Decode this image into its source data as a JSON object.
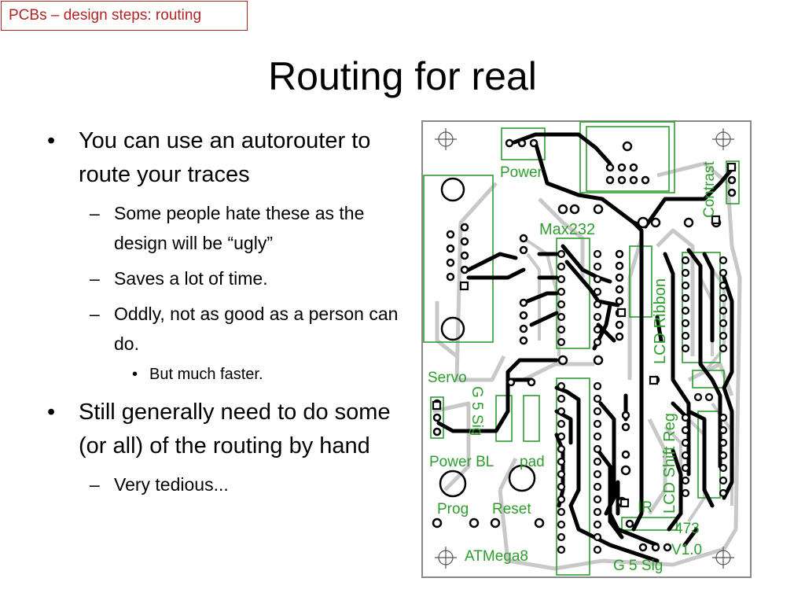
{
  "header": {
    "section_tag": "PCBs – design steps: routing"
  },
  "slide": {
    "title": "Routing for real"
  },
  "bullets": [
    {
      "text": "You can use an autorouter to route your traces",
      "sub": [
        "Some people hate these as the design will be “ugly”",
        "Saves a lot of time.",
        "Oddly, not as good as a person can do."
      ],
      "subsub": [
        "But much faster."
      ]
    },
    {
      "text": "Still generally need to do some (or all) of the routing by hand",
      "sub": [
        "Very tedious..."
      ]
    }
  ],
  "pcb": {
    "labels": {
      "power": "Power",
      "max232": "Max232",
      "contrast": "Contrast",
      "lcd_ribbon": "LCD Ribbon",
      "servo": "Servo",
      "g5sig": "G 5 Sig",
      "lcd_shift_reg": "LCD Shift Reg",
      "power_bl": "Power BL",
      "pad": "pad",
      "prog": "Prog",
      "reset": "Reset",
      "ir": "IR",
      "board_num": "473",
      "version": "V1.0",
      "atmega8": "ATMega8",
      "g5sig_bottom": "G 5 Sig"
    },
    "colors": {
      "silk": "#2e9d2e",
      "trace": "#000000",
      "pour": "#c8c8c8",
      "border": "#808080"
    }
  }
}
